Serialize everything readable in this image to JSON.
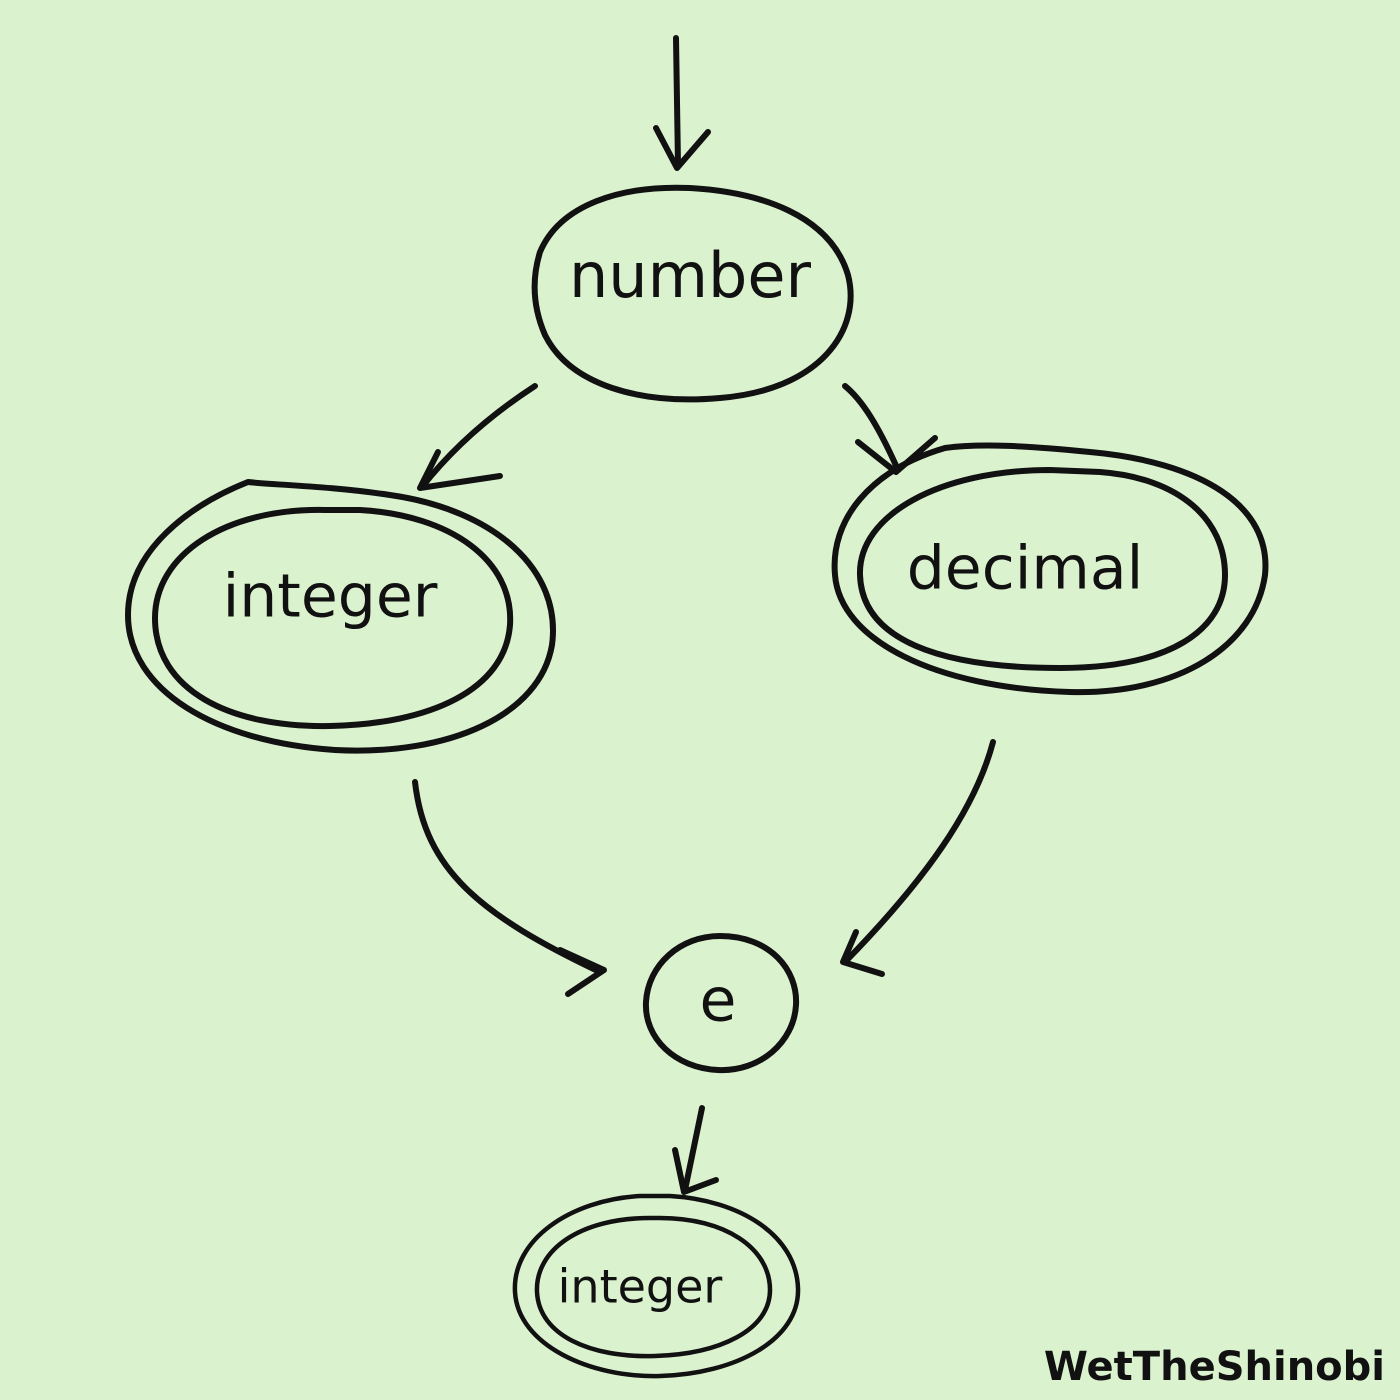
{
  "diagram": {
    "colors": {
      "background": "#dbf2cf",
      "ink": "#111111"
    },
    "nodes": {
      "number": {
        "label": "number",
        "accepting": false
      },
      "integer_first": {
        "label": "integer",
        "accepting": true
      },
      "decimal": {
        "label": "decimal",
        "accepting": true
      },
      "exponent": {
        "label": "e",
        "accepting": false
      },
      "integer_second": {
        "label": "integer",
        "accepting": true
      }
    },
    "edges": [
      {
        "from": "start",
        "to": "number"
      },
      {
        "from": "number",
        "to": "integer_first"
      },
      {
        "from": "number",
        "to": "decimal"
      },
      {
        "from": "integer_first",
        "to": "exponent"
      },
      {
        "from": "decimal",
        "to": "exponent"
      },
      {
        "from": "exponent",
        "to": "integer_second"
      }
    ],
    "watermark": "WetTheShinobi"
  }
}
